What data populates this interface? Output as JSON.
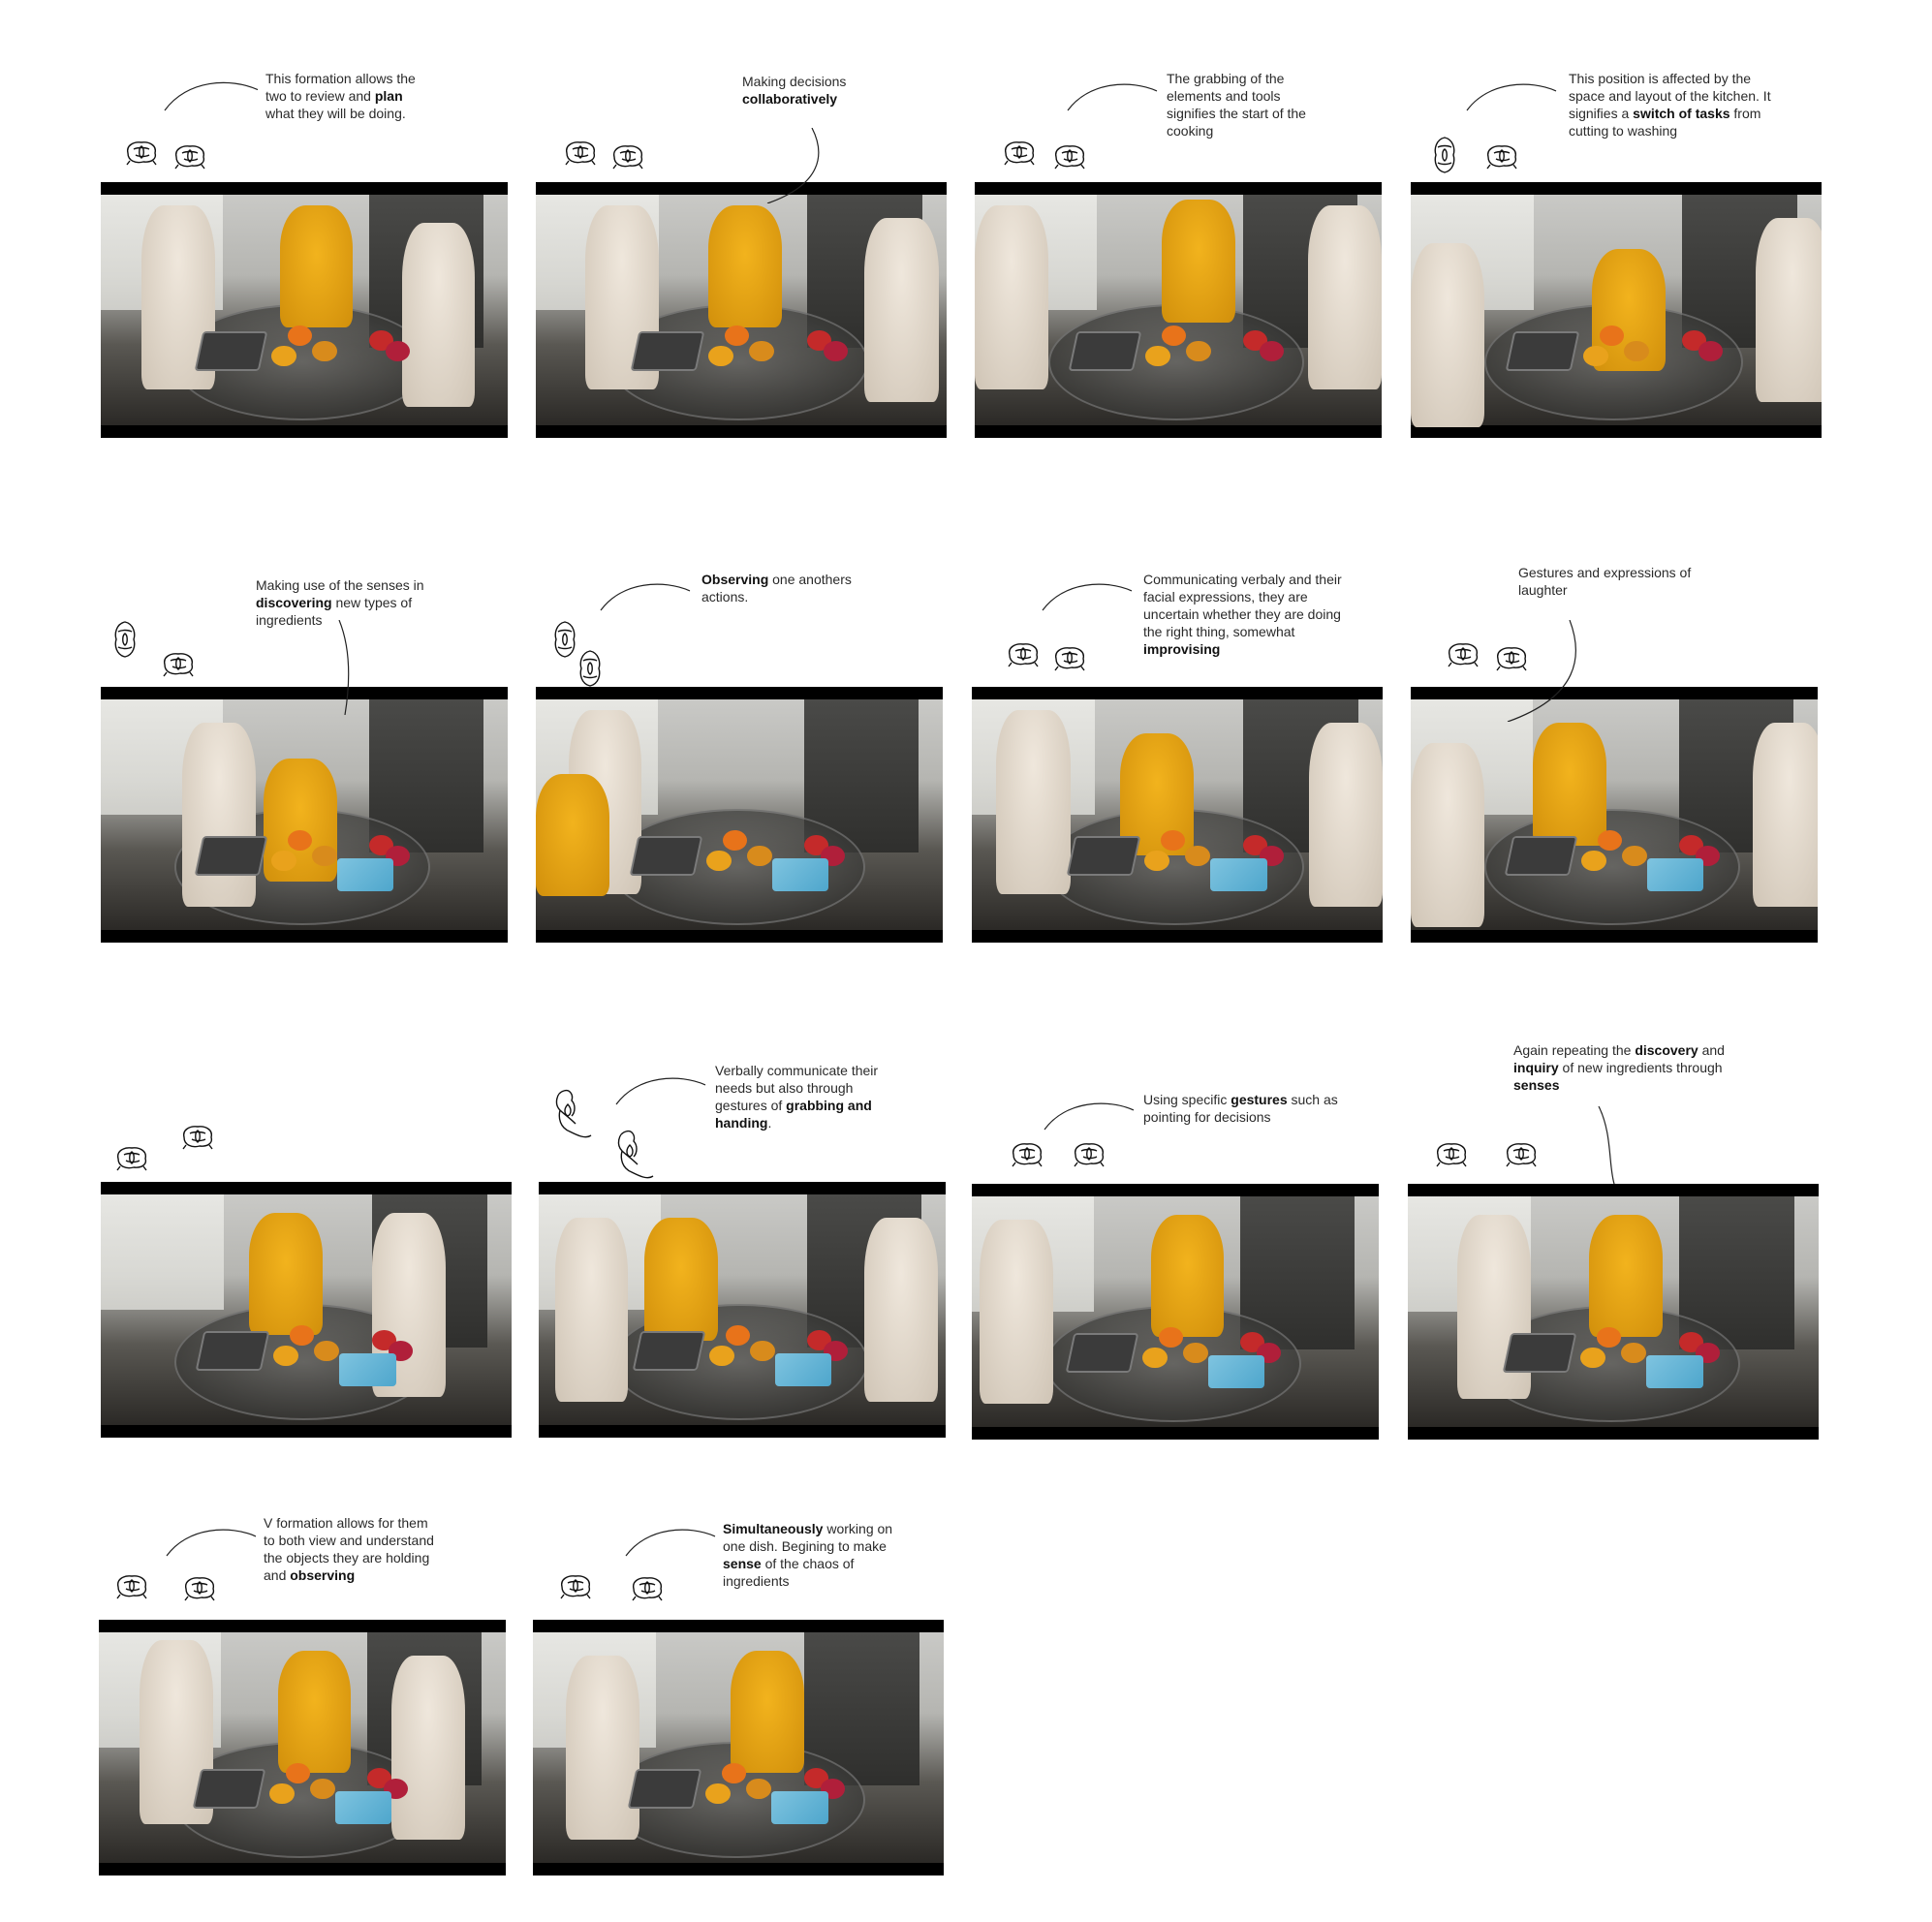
{
  "panels": [
    {
      "caption": [
        "This formation allows the two to review and ",
        {
          "b": "plan"
        },
        " what they will be doing."
      ]
    },
    {
      "caption": [
        "Making decisions ",
        {
          "b": "collaboratively"
        }
      ]
    },
    {
      "caption": [
        "The grabbing of the elements and tools signifies the start of the cooking"
      ]
    },
    {
      "caption": [
        "This position is affected by the space and layout of the kitchen. It signifies a ",
        {
          "b": "switch of tasks"
        },
        " from cutting to washing"
      ]
    },
    {
      "caption": [
        "Making use of the senses  in ",
        {
          "b": "discovering"
        },
        " new types of ingredients"
      ]
    },
    {
      "caption": [
        {
          "b": "Observing"
        },
        " one anothers actions."
      ]
    },
    {
      "caption": [
        "Communicating verbaly and their facial expressions, they are uncertain whether they are doing the right thing, somewhat ",
        {
          "b": "improvising"
        }
      ]
    },
    {
      "caption": [
        "Gestures and expressions of laughter"
      ]
    },
    {
      "caption": []
    },
    {
      "caption": [
        "Verbally communicate their needs but also through gestures of ",
        {
          "b": "grabbing and handing"
        },
        "."
      ]
    },
    {
      "caption": [
        "Using specific ",
        {
          "b": "gestures"
        },
        " such as pointing for decisions"
      ]
    },
    {
      "caption": [
        "Again repeating the ",
        {
          "b": "discovery"
        },
        " and ",
        {
          "b": "inquiry"
        },
        " of new ingredients through ",
        {
          "b": "senses"
        }
      ]
    },
    {
      "caption": [
        "V formation allows for them to both view and understand the objects they are holding and ",
        {
          "b": "observing"
        }
      ]
    },
    {
      "caption": [
        {
          "b": "Simultaneously"
        },
        " working on one dish. Begining to make ",
        {
          "b": "sense"
        },
        " of the chaos of ingredients"
      ]
    }
  ]
}
